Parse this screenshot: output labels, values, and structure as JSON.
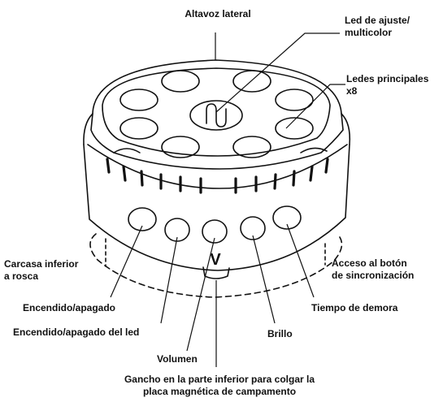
{
  "labels": {
    "side_speaker": "Altavoz lateral",
    "adjust_led_1": "Led de ajuste/",
    "adjust_led_2": "multicolor",
    "main_leds_1": "Ledes principales",
    "main_leds_2": "x8",
    "threaded_case_1": "Carcasa inferior",
    "threaded_case_2": "a rosca",
    "sync_button_1": "Acceso al botón",
    "sync_button_2": "de sincronización",
    "power": "Encendido/apagado",
    "led_power": "Encendido/apagado del led",
    "delay": "Tiempo de demora",
    "brightness": "Brillo",
    "volume": "Volumen",
    "hook_1": "Gancho en la parte inferior para colgar la",
    "hook_2": "placa magnética de campamento"
  },
  "device": {
    "front_mark": "V"
  },
  "colors": {
    "line": "#111111",
    "background": "#ffffff"
  }
}
